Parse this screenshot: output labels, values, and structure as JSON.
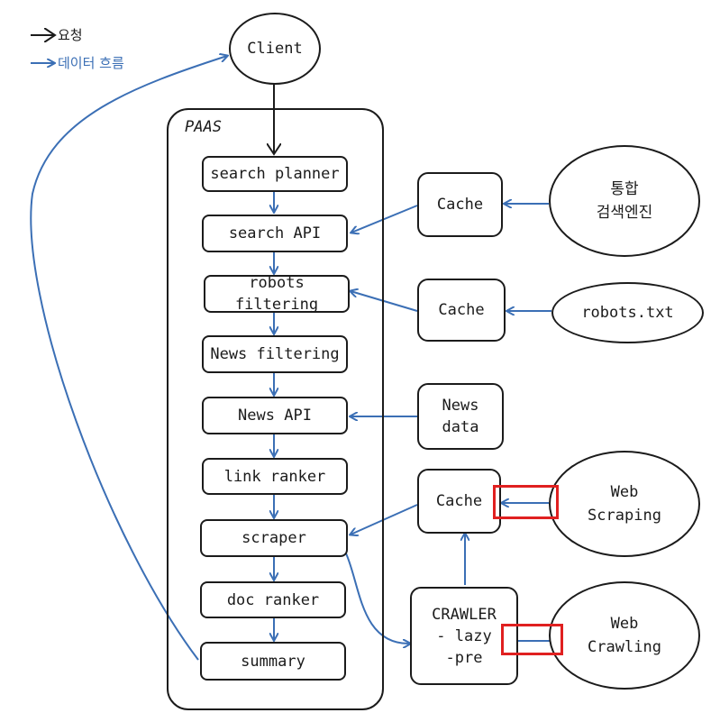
{
  "legend": {
    "request_label": "요청",
    "data_flow_label": "데이터 흐름",
    "request_color": "#1b1b1b",
    "data_flow_color": "#3b6fb5"
  },
  "client": {
    "label": "Client"
  },
  "paas": {
    "title": "PAAS",
    "steps": {
      "search_planner": "search planner",
      "search_api": "search API",
      "robots_filtering": "robots filtering",
      "news_filtering": "News filtering",
      "news_api": "News API",
      "link_ranker": "link ranker",
      "scraper": "scraper",
      "doc_ranker": "doc ranker",
      "summary": "summary"
    }
  },
  "sources": {
    "cache_search": "Cache",
    "integrated_search_engine": "통합\n검색엔진",
    "cache_robots": "Cache",
    "robots_txt": "robots.txt",
    "news_data": "News\ndata",
    "cache_web": "Cache",
    "web_scraping": "Web\nScraping",
    "crawler": "CRAWLER\n- lazy\n-pre",
    "web_crawling": "Web\nCrawling"
  },
  "colors": {
    "ink": "#1b1b1b",
    "flow": "#3b6fb5",
    "highlight": "#e02020"
  }
}
